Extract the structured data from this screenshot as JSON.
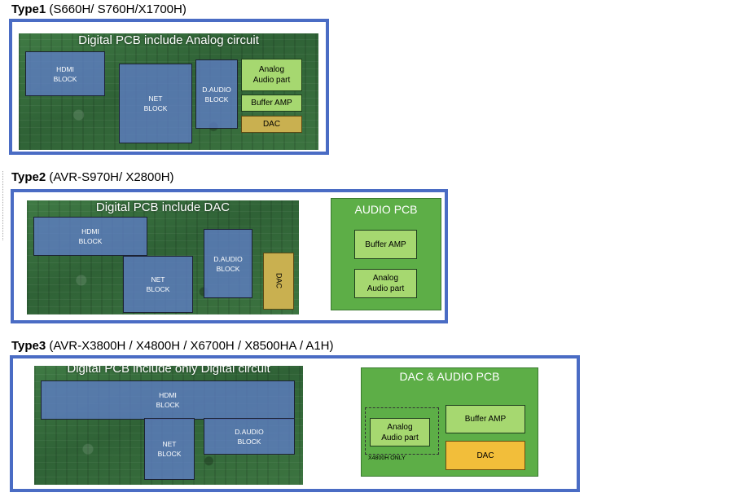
{
  "type1": {
    "title_bold": "Type1",
    "title_models": " (S660H/ S760H/X1700H)",
    "pcb_title": "Digital PCB include Analog circuit",
    "hdmi_block": "HDMI\nBLOCK",
    "net_block": "NET\nBLOCK",
    "daudio_block": "D.AUDIO\nBLOCK",
    "analog_audio": "Analog\nAudio part",
    "buffer_amp": "Buffer AMP",
    "dac": "DAC"
  },
  "type2": {
    "title_bold": "Type2",
    "title_models": " (AVR-S970H/ X2800H)",
    "pcb_title": "Digital PCB include DAC",
    "hdmi_block": "HDMI\nBLOCK",
    "net_block": "NET\nBLOCK",
    "daudio_block": "D.AUDIO\nBLOCK",
    "dac": "DAC",
    "audio_pcb_title": "AUDIO PCB",
    "buffer_amp": "Buffer AMP",
    "analog_audio": "Analog\nAudio part"
  },
  "type3": {
    "title_bold": "Type3",
    "title_models": " (AVR-X3800H / X4800H / X6700H / X8500HA / A1H)",
    "pcb_title": "Digital PCB include only Digital circuit",
    "hdmi_block": "HDMI\nBLOCK",
    "net_block": "NET\nBLOCK",
    "daudio_block": "D.AUDIO\nBLOCK",
    "audio_pcb_title": "DAC & AUDIO PCB",
    "analog_audio": "Analog\nAudio part",
    "x4800h_only": "X4800H ONLY",
    "buffer_amp": "Buffer AMP",
    "dac": "DAC"
  },
  "colors": {
    "frame": "#4a6cc4",
    "audio_pcb": "#5dae47",
    "light_green_box": "#a6d870",
    "dac_yellow": "#f2be3a",
    "block_blue": "#5f7dc8"
  }
}
